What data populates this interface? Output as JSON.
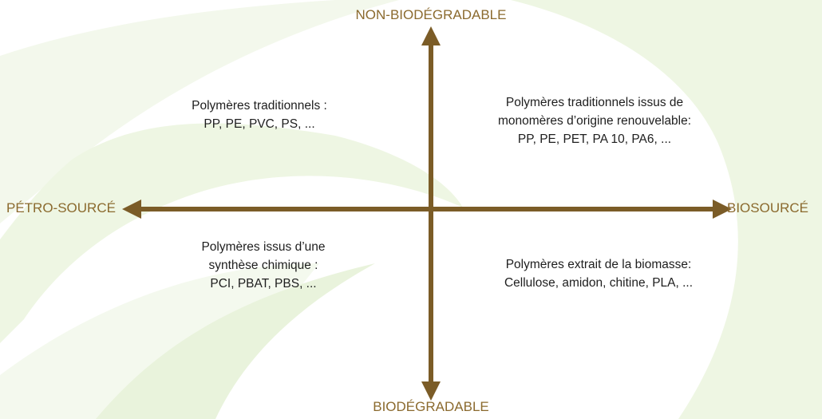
{
  "axes": {
    "top": "NON-BIODÉGRADABLE",
    "bottom": "BIODÉGRADABLE",
    "left": "PÉTRO-SOURCÉ",
    "right": "BIOSOURCÉ"
  },
  "quadrants": {
    "top_left": [
      "Polymères traditionnels :",
      "PP, PE, PVC, PS, ..."
    ],
    "top_right": [
      "Polymères traditionnels issus de",
      "monomères d’origine renouvelable:",
      "PP, PE, PET, PA 10, PA6, ..."
    ],
    "bottom_left": [
      "Polymères issus d’une",
      "synthèse chimique :",
      "PCI, PBAT, PBS, ..."
    ],
    "bottom_right": [
      "Polymères extrait de la biomasse:",
      "Cellulose, amidon, chitine, PLA, ..."
    ]
  },
  "colors": {
    "axis": "#7b5c27",
    "axis_label": "#8b6a2e",
    "text": "#1e1e1e",
    "background_leaf": "#eef6e3",
    "background_leaf_light": "#f4f9ee"
  }
}
